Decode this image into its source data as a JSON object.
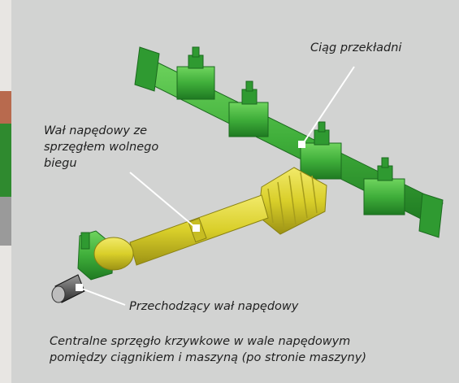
{
  "labels": {
    "gear_train": "Ciąg przekładni",
    "driveshaft_line1": "Wał napędowy ze",
    "driveshaft_line2": "sprzęgłem wolnego",
    "driveshaft_line3": "biegu",
    "through_shaft": "Przechodzący wał napędowy"
  },
  "caption": {
    "line1": "Centralne sprzęgło krzywkowe w wale napędowym",
    "line2": "pomiędzy ciągnikiem i maszyną (po stronie maszyny)"
  },
  "colors": {
    "panel": "#d2d3d2",
    "gear_green": "#3fae3a",
    "shaft_yellow": "#d9cf2a",
    "leader_line": "#ffffff"
  }
}
